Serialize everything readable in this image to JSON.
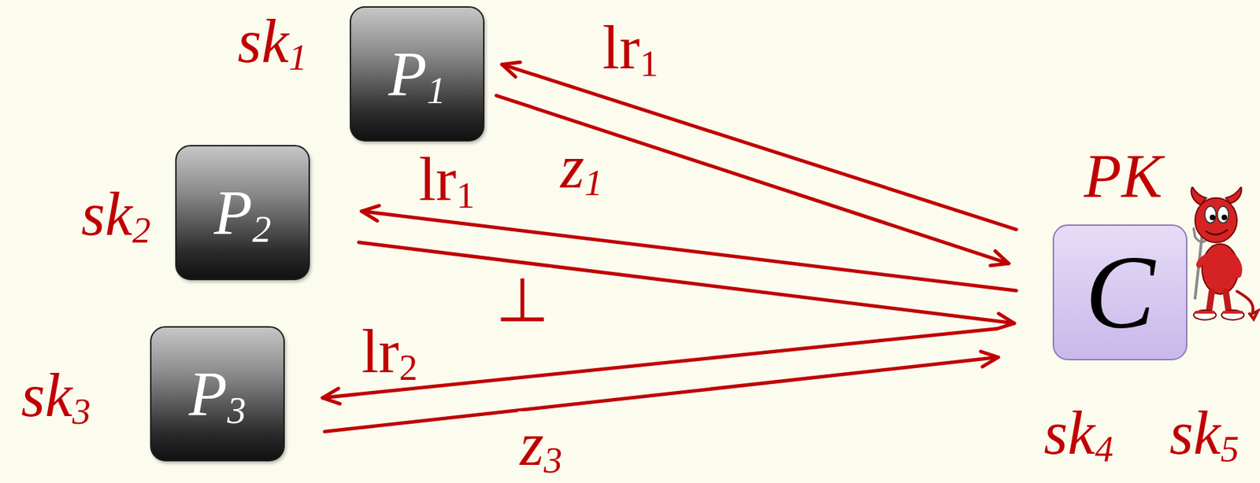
{
  "diagram": {
    "nodes": [
      {
        "text": [
          "P1"
        ]
      },
      {
        "text": [
          "P2"
        ]
      },
      {
        "text": [
          "P3"
        ]
      },
      {
        "text": [
          "C"
        ]
      }
    ],
    "edges": [
      {
        "from": 3,
        "to": 0,
        "arrow": "to",
        "label": "lr1"
      },
      {
        "from": 0,
        "to": 3,
        "arrow": "to",
        "label": "z1"
      },
      {
        "from": 3,
        "to": 1,
        "arrow": "to",
        "label": "lr1"
      },
      {
        "from": 1,
        "to": 3,
        "arrow": "to",
        "label": "⊥"
      },
      {
        "from": 3,
        "to": 2,
        "arrow": "to",
        "label": "lr2"
      },
      {
        "from": 2,
        "to": 3,
        "arrow": "to",
        "label": "z3"
      }
    ],
    "labels": [
      "sk1",
      "sk2",
      "sk3",
      "PK",
      "sk4",
      "sk5"
    ]
  }
}
